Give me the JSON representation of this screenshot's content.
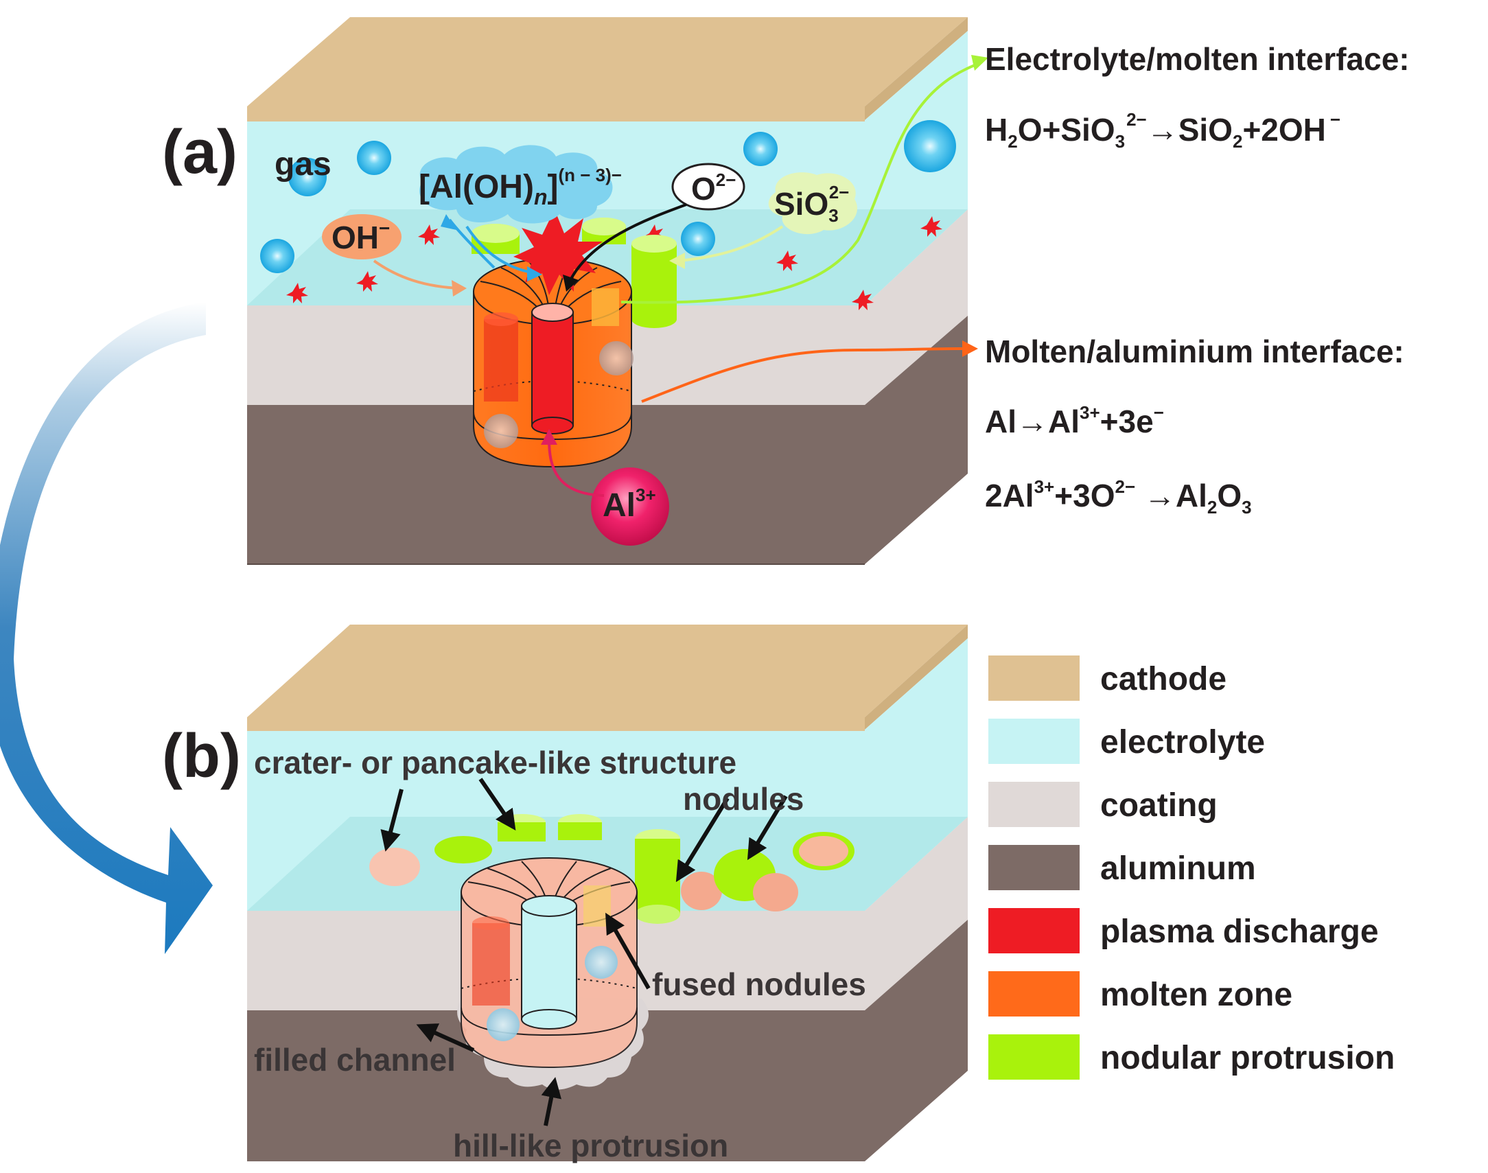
{
  "panels": {
    "a": {
      "label": "(a)",
      "labels": {
        "gas": "gas",
        "oh": "OH",
        "oh_sup": "−",
        "aloh_main": "[Al(OH)",
        "aloh_n": "n",
        "aloh_close": "]",
        "aloh_sup": "(n − 3)−",
        "o": "O",
        "o_sup": "2−",
        "sio_main": "SiO",
        "sio_sub": "3",
        "sio_sup": "2−",
        "al": "Al",
        "al_sup": "3+"
      }
    },
    "b": {
      "label": "(b)",
      "labels": {
        "crater": "crater- or pancake-like structure",
        "nodules": "nodules",
        "fused": "fused nodules",
        "filled": "filled channel",
        "hill": "hill-like protrusion"
      }
    }
  },
  "interfaces": {
    "electrolyte_molten": {
      "title": "Electrolyte/molten interface:",
      "eq": {
        "h": "H",
        "h_sub": "2",
        "o_si": "O+SiO",
        "sub3": "3",
        "sup2": "2−",
        "arrow": "→SiO",
        "sub2": "2",
        "tail": "+2OH",
        "tail_sup": "−"
      }
    },
    "molten_aluminium": {
      "title": "Molten/aluminium interface:",
      "eq1": {
        "a": "Al→Al",
        "a_sup": "3+",
        "b": "+3e",
        "b_sup": "−"
      },
      "eq2": {
        "a": "2Al",
        "a_sup": "3+",
        "b": "+3O",
        "b_sup": "2−",
        "c": " →Al",
        "c_sub": "2",
        "d": "O",
        "d_sub": "3"
      }
    }
  },
  "legend": [
    {
      "label": "cathode",
      "color": "#dfc192"
    },
    {
      "label": "electrolyte",
      "color": "#c6f3f4"
    },
    {
      "label": "coating",
      "color": "#e0d9d7"
    },
    {
      "label": "aluminum",
      "color": "#7d6b66"
    },
    {
      "label": "plasma discharge",
      "color": "#ee1c24"
    },
    {
      "label": "molten zone",
      "color": "#ff6a1a"
    },
    {
      "label": "nodular protrusion",
      "color": "#a9f20c"
    }
  ]
}
